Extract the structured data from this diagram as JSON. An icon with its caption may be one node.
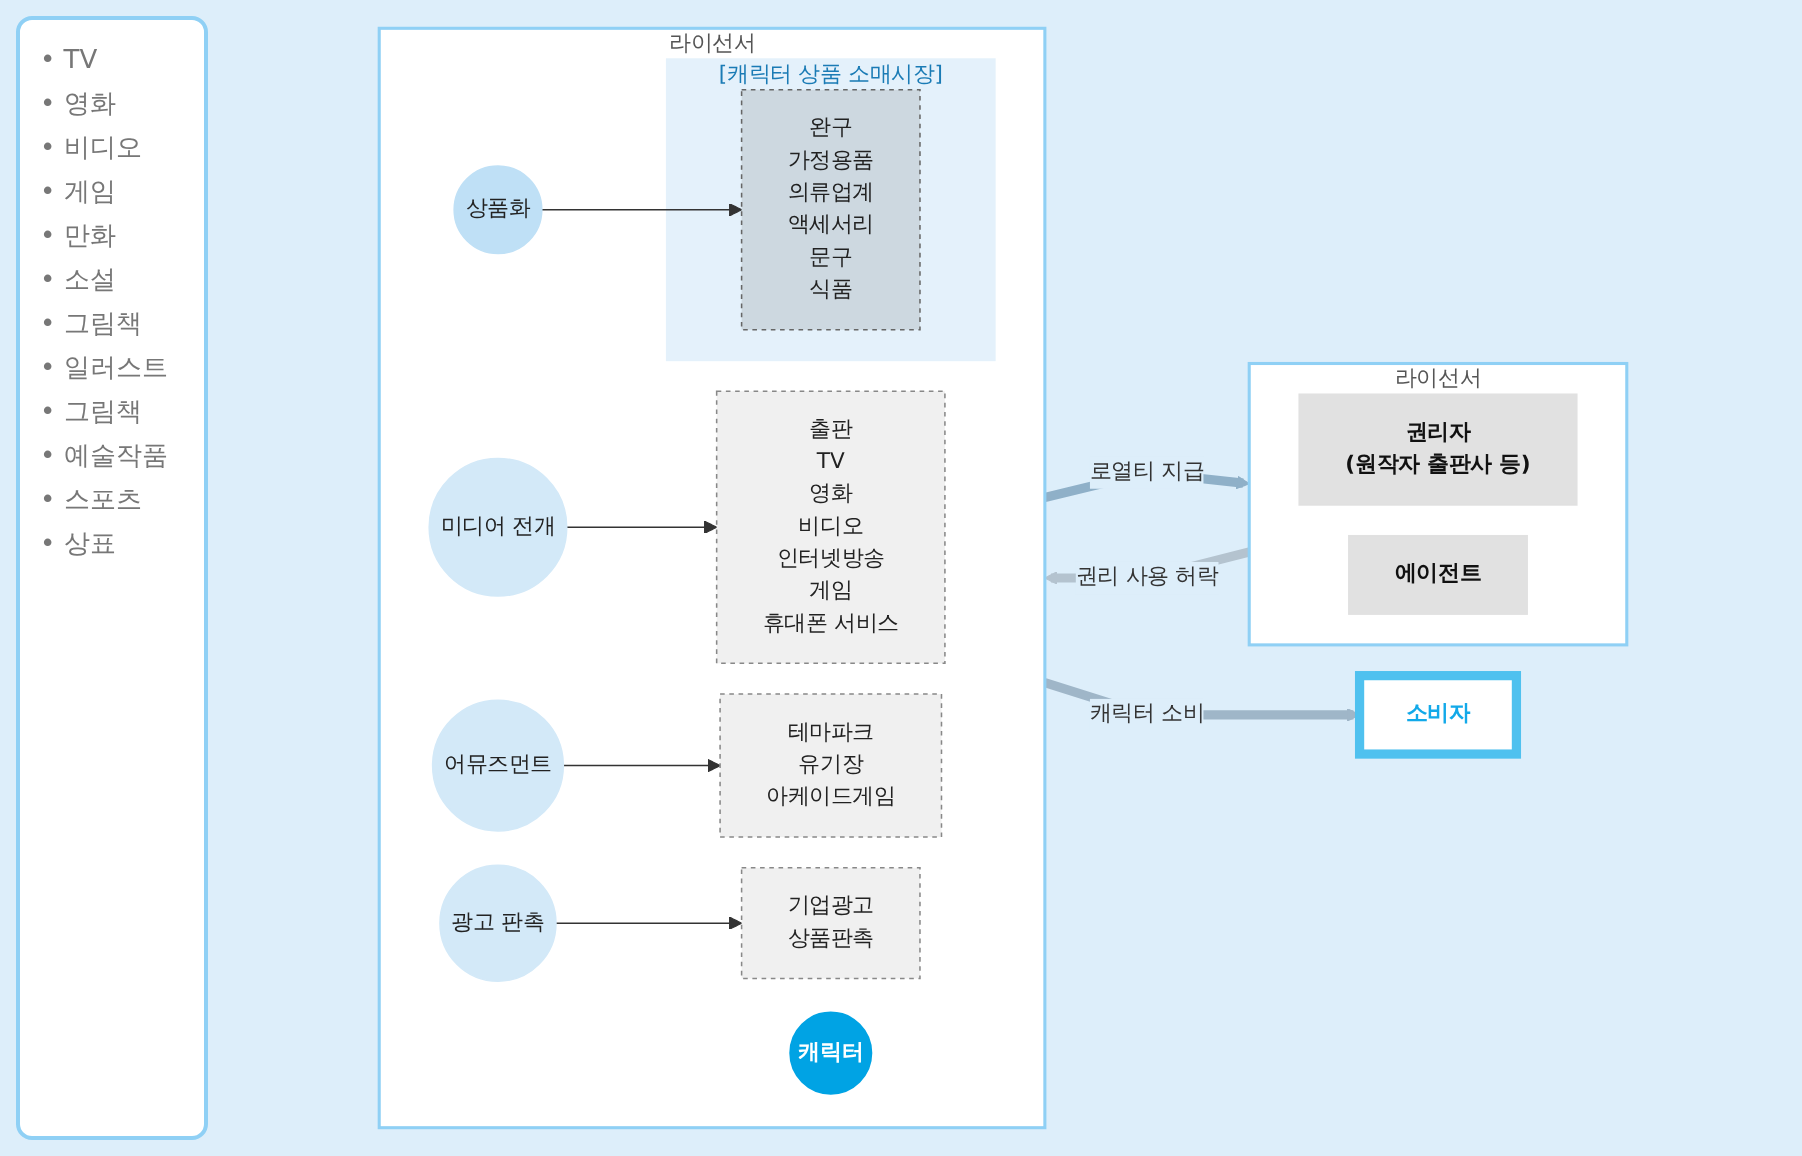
{
  "diagram": {
    "nodes": [
      {
        "text": [
          "라이선서"
        ]
      },
      {
        "text": [
          "권리자",
          "(원작자 출판사 등)"
        ],
        "in": 0
      },
      {
        "text": [
          "에이전트"
        ],
        "in": 0
      },
      {
        "text": [
          "라이선서"
        ]
      },
      {
        "text": [
          "[캐릭터 상품 소매시장]"
        ],
        "in": 3
      },
      {
        "text": [
          "완구",
          "가정용품",
          "의류업계",
          "액세서리",
          "문구",
          "식품"
        ],
        "in": 4
      },
      {
        "text": [
          "상품화"
        ],
        "in": 3
      },
      {
        "text": [
          "광고 판촉"
        ],
        "in": 3
      },
      {
        "text": [
          "캐릭터"
        ],
        "in": 3
      },
      {
        "text": [
          "미디어 전개"
        ],
        "in": 3
      },
      {
        "text": [
          "어뮤즈먼트"
        ],
        "in": 3
      },
      {
        "text": [
          "출판",
          "TV",
          "영화",
          "비디오",
          "인터넷방송",
          "게임",
          "휴대폰 서비스"
        ],
        "in": 3
      },
      {
        "text": [
          "테마파크",
          "유기장",
          "아케이드게임"
        ],
        "in": 3
      },
      {
        "text": [
          "기업광고",
          "상품판촉"
        ],
        "in": 3
      },
      {
        "text": [
          "소비자"
        ]
      }
    ],
    "edges": [
      {
        "from": 0,
        "to": 3,
        "arrow": "to",
        "label": "권리 사용 허락",
        "style": "thick",
        "color": "#b4c3cf"
      },
      {
        "from": 3,
        "to": 0,
        "arrow": "to",
        "label": "로열티 지급",
        "style": "thick",
        "color": "#8fb0c8"
      },
      {
        "from": 6,
        "to": 5,
        "arrow": "to"
      },
      {
        "from": 9,
        "to": 11,
        "arrow": "to"
      },
      {
        "from": 10,
        "to": 12,
        "arrow": "to"
      },
      {
        "from": 7,
        "to": 13,
        "arrow": "to"
      },
      {
        "from": 3,
        "to": 14,
        "arrow": "to",
        "label": "캐릭터 소비",
        "style": "thick",
        "color": "#9fb6c8"
      }
    ],
    "labels": [
      "• TV",
      "• 영화",
      "• 비디오",
      "• 게임",
      "• 만화",
      "• 소설",
      "• 그림책",
      "• 일러스트",
      "• 그림책",
      "• 예술작품",
      "• 스포츠",
      "• 상표"
    ]
  }
}
